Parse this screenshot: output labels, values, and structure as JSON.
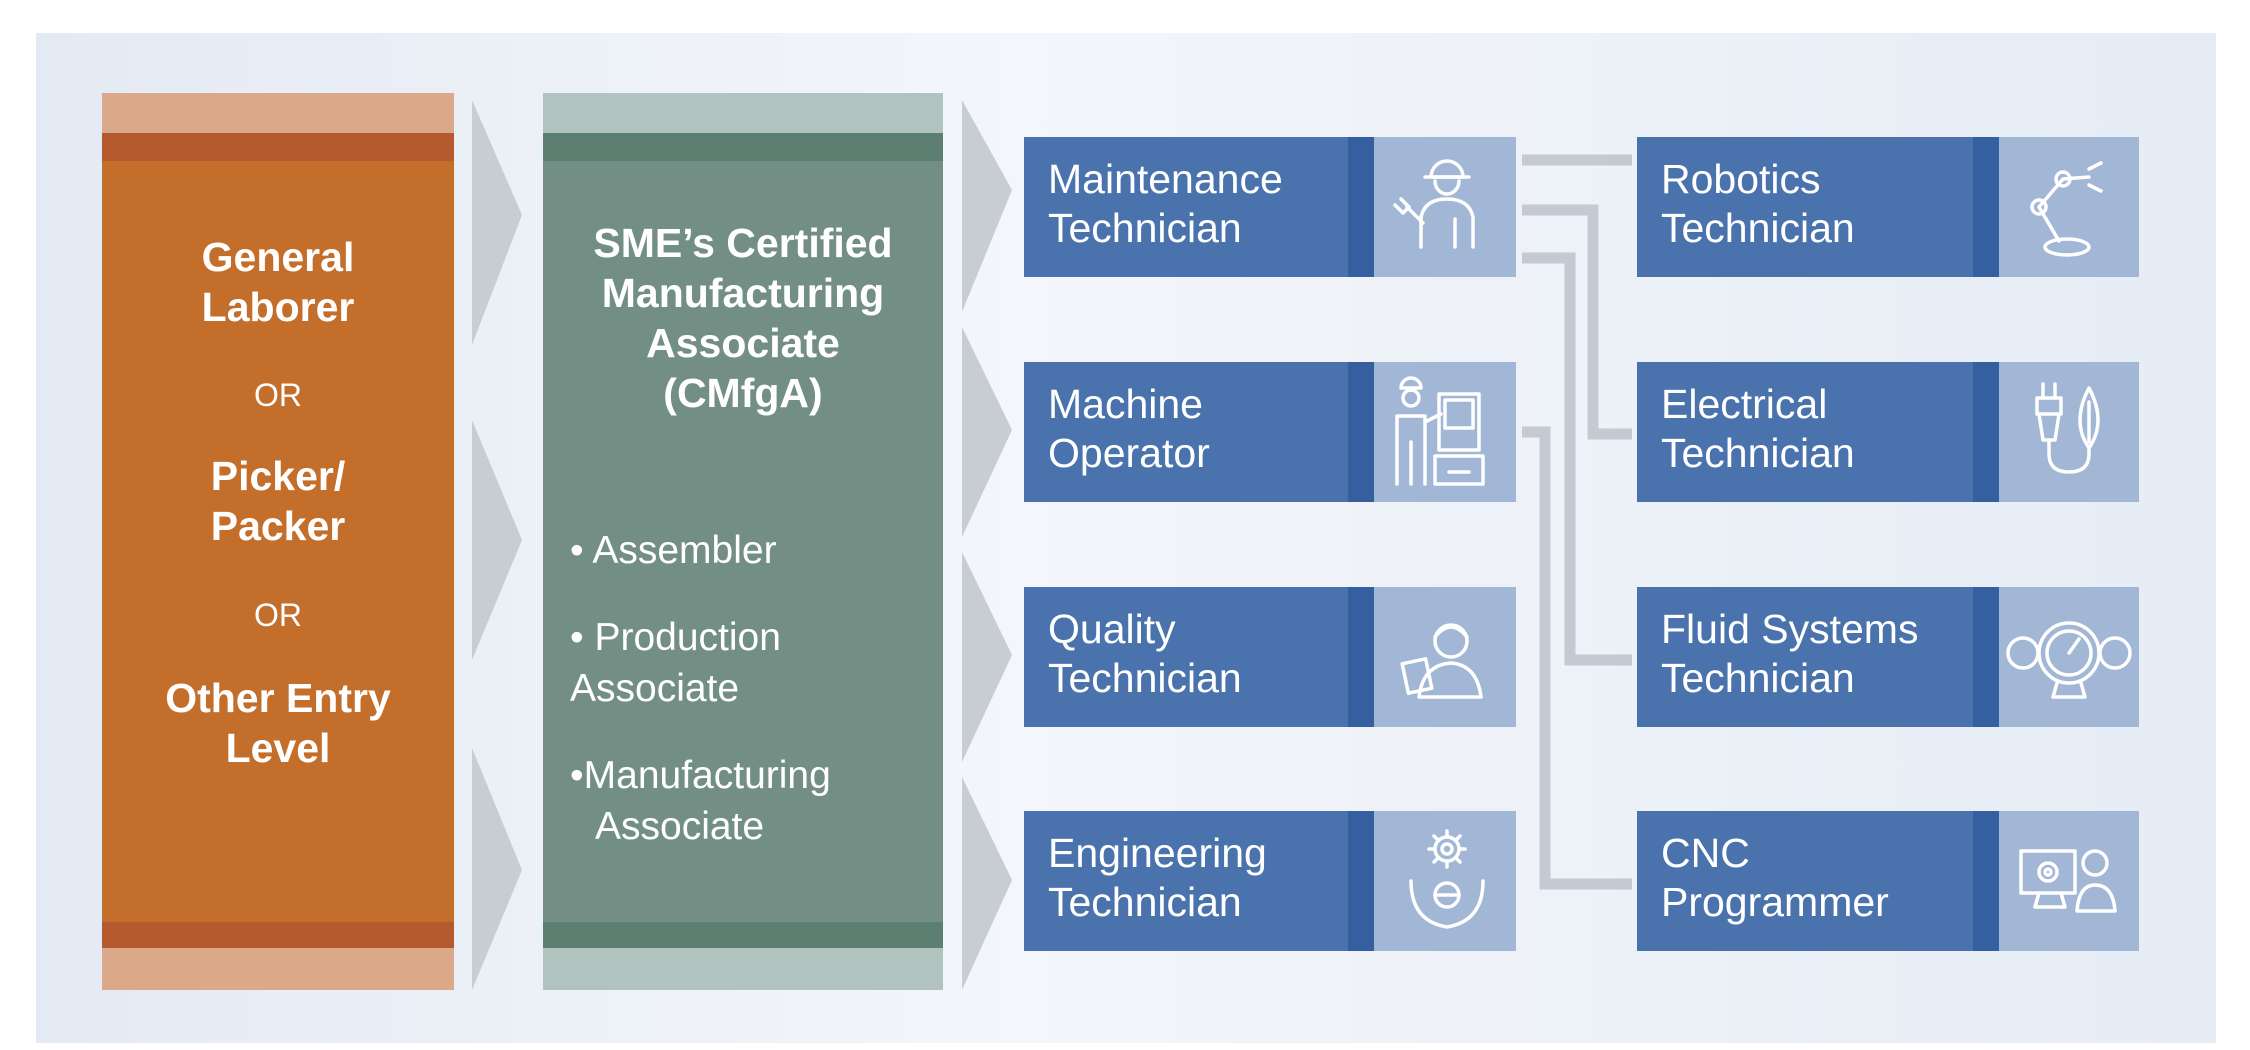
{
  "entry": {
    "line1": "General",
    "line2": "Laborer",
    "or1": "OR",
    "line3": "Picker/",
    "line4": "Packer",
    "or2": "OR",
    "line5": "Other Entry",
    "line6": "Level"
  },
  "cert": {
    "title": [
      "SME’s Certified",
      "Manufacturing",
      "Associate",
      "(CMfgA)"
    ],
    "items": [
      [
        "• Assembler"
      ],
      [
        "• Production",
        "Associate"
      ],
      [
        "•Manufacturing",
        "Associate"
      ]
    ]
  },
  "mid_jobs": [
    {
      "lines": [
        "Maintenance",
        "Technician"
      ],
      "icon": "maintenance-worker-icon"
    },
    {
      "lines": [
        "Machine",
        "Operator"
      ],
      "icon": "machine-operator-icon"
    },
    {
      "lines": [
        "Quality",
        "Technician"
      ],
      "icon": "quality-inspector-icon"
    },
    {
      "lines": [
        "Engineering",
        "Technician"
      ],
      "icon": "engineering-gear-icon"
    }
  ],
  "right_jobs": [
    {
      "lines": [
        "Robotics",
        "Technician"
      ],
      "icon": "robot-arm-icon"
    },
    {
      "lines": [
        "Electrical",
        "Technician"
      ],
      "icon": "plug-leaf-icon"
    },
    {
      "lines": [
        "Fluid Systems",
        "Technician"
      ],
      "icon": "gauge-icon"
    },
    {
      "lines": [
        "CNC",
        "Programmer"
      ],
      "icon": "cnc-monitor-icon"
    }
  ],
  "colors": {
    "entry": "#c46e2b",
    "cert": "#738f85",
    "job_label": "#4a73ad",
    "job_icon_bg": "#a2b6d6",
    "arrow": "#c8ccd3",
    "connector": "#c5cad2"
  }
}
